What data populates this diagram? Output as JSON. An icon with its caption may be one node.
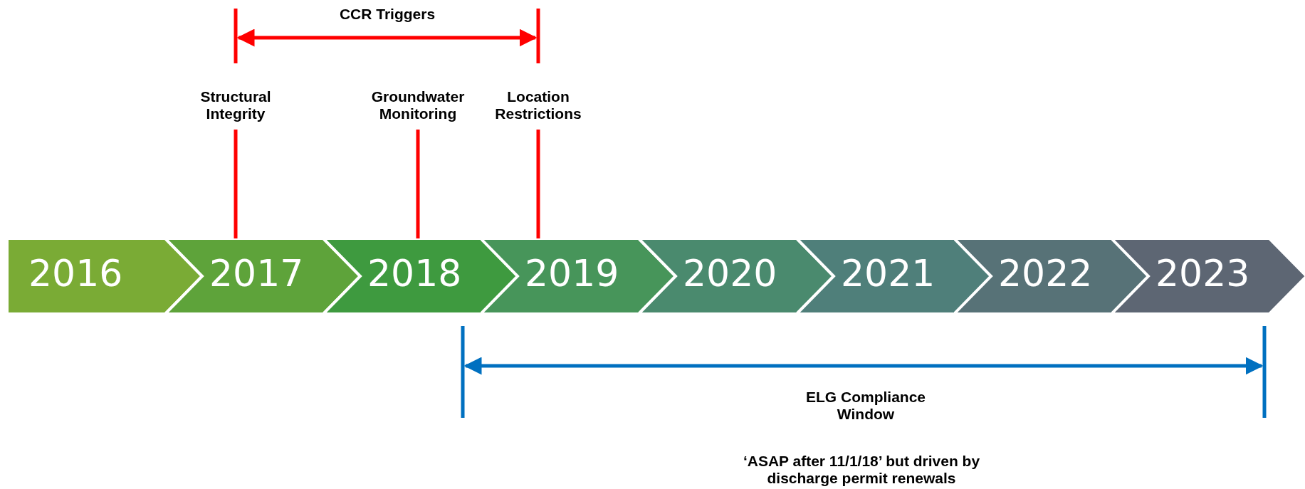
{
  "diagram": {
    "nodes": [
      {
        "text": [
          "2016"
        ]
      },
      {
        "text": [
          "2017"
        ]
      },
      {
        "text": [
          "2018"
        ]
      },
      {
        "text": [
          "2019"
        ]
      },
      {
        "text": [
          "2020"
        ]
      },
      {
        "text": [
          "2021"
        ]
      },
      {
        "text": [
          "2022"
        ]
      },
      {
        "text": [
          "2023"
        ]
      },
      {
        "text": [
          "Structural Integrity"
        ]
      },
      {
        "text": [
          "Groundwater Monitoring"
        ]
      },
      {
        "text": [
          "Location Restrictions"
        ]
      }
    ],
    "edges": [
      {
        "from": 8,
        "to": 1,
        "arrow": "none",
        "color": "#ff0000"
      },
      {
        "from": 9,
        "to": 2,
        "arrow": "none",
        "color": "#ff0000"
      },
      {
        "from": 10,
        "to": 3,
        "arrow": "none",
        "color": "#ff0000"
      }
    ],
    "labels": [
      "CCR Triggers",
      "ELG Compliance Window",
      "‘ASAP after 11/1/18’ but driven by discharge permit renewals"
    ]
  }
}
